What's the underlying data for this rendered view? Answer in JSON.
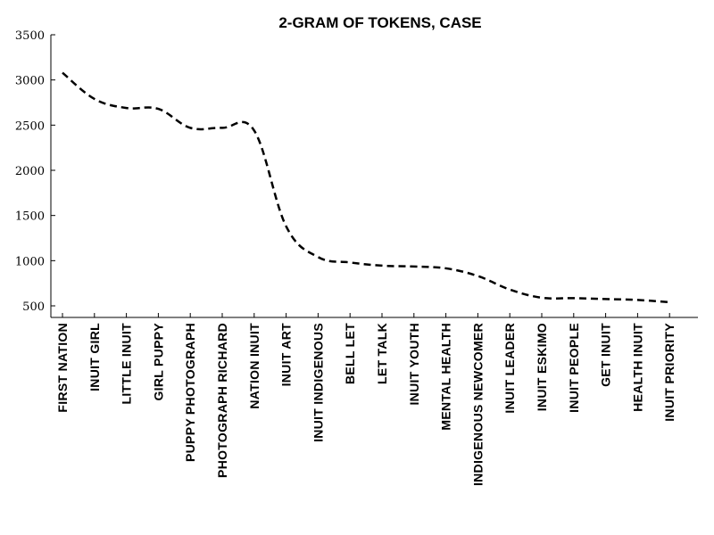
{
  "chart_data": {
    "type": "line",
    "title": "2-GRAM OF TOKENS, CASE",
    "xlabel": "",
    "ylabel": "",
    "categories": [
      "FIRST NATION",
      "INUIT GIRL",
      "LITTLE INUIT",
      "GIRL PUPPY",
      "PUPPY PHOTOGRAPH",
      "PHOTOGRAPH RICHARD",
      "NATION INUIT",
      "INUIT ART",
      "INUIT INDIGENOUS",
      "BELL LET",
      "LET TALK",
      "INUIT YOUTH",
      "MENTAL HEALTH",
      "INDIGENOUS NEWCOMER",
      "INUIT LEADER",
      "INUIT ESKIMO",
      "INUIT PEOPLE",
      "GET INUIT",
      "HEALTH INUIT",
      "INUIT PRIORITY"
    ],
    "values": [
      3080,
      2790,
      2690,
      2680,
      2470,
      2470,
      2440,
      1380,
      1040,
      980,
      945,
      935,
      915,
      830,
      680,
      590,
      585,
      575,
      565,
      540
    ],
    "ylim": [
      450,
      3500
    ],
    "yticks": [
      500,
      1000,
      1500,
      2000,
      2500,
      3000,
      3500
    ],
    "grid": false,
    "line_style": "dashed",
    "line_color": "#000000"
  }
}
